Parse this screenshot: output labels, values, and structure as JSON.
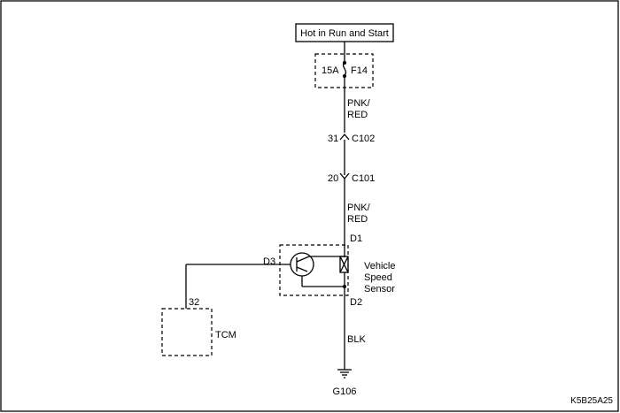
{
  "power": {
    "label": "Hot in Run and Start"
  },
  "fuse": {
    "rating": "15A",
    "name": "F14"
  },
  "wire_upper": {
    "line1": "PNK/",
    "line2": "RED"
  },
  "connector_c102": {
    "pin": "31",
    "name": "C102"
  },
  "connector_c101": {
    "pin": "20",
    "name": "C101"
  },
  "wire_middle": {
    "line1": "PNK/",
    "line2": "RED"
  },
  "sensor": {
    "pin_d1": "D1",
    "pin_d2": "D2",
    "pin_d3": "D3",
    "label_line1": "Vehicle",
    "label_line2": "Speed",
    "label_line3": "Sensor"
  },
  "tcm": {
    "pin": "32",
    "name": "TCM"
  },
  "wire_lower": {
    "label": "BLK"
  },
  "ground": {
    "name": "G106"
  },
  "figure_code": "K5B25A25"
}
